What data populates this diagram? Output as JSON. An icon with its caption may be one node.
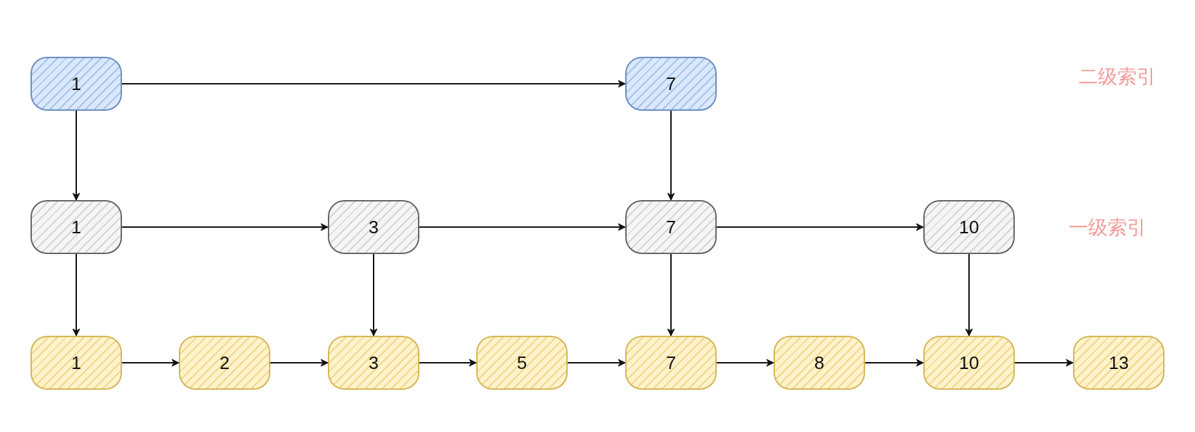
{
  "diagram": {
    "nodes": [
      {
        "text": [
          "1"
        ]
      },
      {
        "text": [
          "7"
        ]
      },
      {
        "text": [
          "1"
        ]
      },
      {
        "text": [
          "3"
        ]
      },
      {
        "text": [
          "7"
        ]
      },
      {
        "text": [
          "10"
        ]
      },
      {
        "text": [
          "1"
        ]
      },
      {
        "text": [
          "2"
        ]
      },
      {
        "text": [
          "3"
        ]
      },
      {
        "text": [
          "5"
        ]
      },
      {
        "text": [
          "7"
        ]
      },
      {
        "text": [
          "8"
        ]
      },
      {
        "text": [
          "10"
        ]
      },
      {
        "text": [
          "13"
        ]
      }
    ],
    "edges": [
      {
        "from": 0,
        "to": 1,
        "arrow": "to"
      },
      {
        "from": 0,
        "to": 2,
        "arrow": "to"
      },
      {
        "from": 1,
        "to": 4,
        "arrow": "to"
      },
      {
        "from": 2,
        "to": 3,
        "arrow": "to"
      },
      {
        "from": 3,
        "to": 4,
        "arrow": "to"
      },
      {
        "from": 4,
        "to": 5,
        "arrow": "to"
      },
      {
        "from": 2,
        "to": 6,
        "arrow": "to"
      },
      {
        "from": 3,
        "to": 8,
        "arrow": "to"
      },
      {
        "from": 4,
        "to": 10,
        "arrow": "to"
      },
      {
        "from": 5,
        "to": 12,
        "arrow": "to"
      },
      {
        "from": 6,
        "to": 7,
        "arrow": "to"
      },
      {
        "from": 7,
        "to": 8,
        "arrow": "to"
      },
      {
        "from": 8,
        "to": 9,
        "arrow": "to"
      },
      {
        "from": 9,
        "to": 10,
        "arrow": "to"
      },
      {
        "from": 10,
        "to": 11,
        "arrow": "to"
      },
      {
        "from": 11,
        "to": 12,
        "arrow": "to"
      },
      {
        "from": 12,
        "to": 13,
        "arrow": "to"
      }
    ],
    "labels": [
      "二级索引",
      "一级索引"
    ]
  }
}
